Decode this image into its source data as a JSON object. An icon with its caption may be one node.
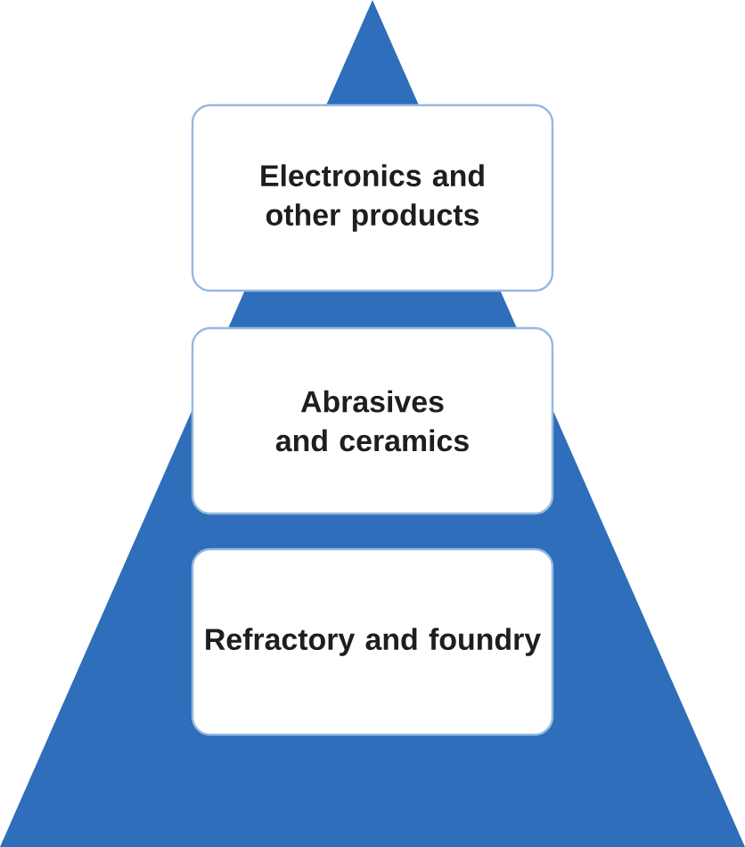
{
  "diagram": {
    "nodes": [
      {
        "text": [
          "Electronics and other products"
        ]
      },
      {
        "text": [
          "Abrasives and ceramics"
        ]
      },
      {
        "text": [
          "Refractory and foundry"
        ]
      }
    ]
  }
}
